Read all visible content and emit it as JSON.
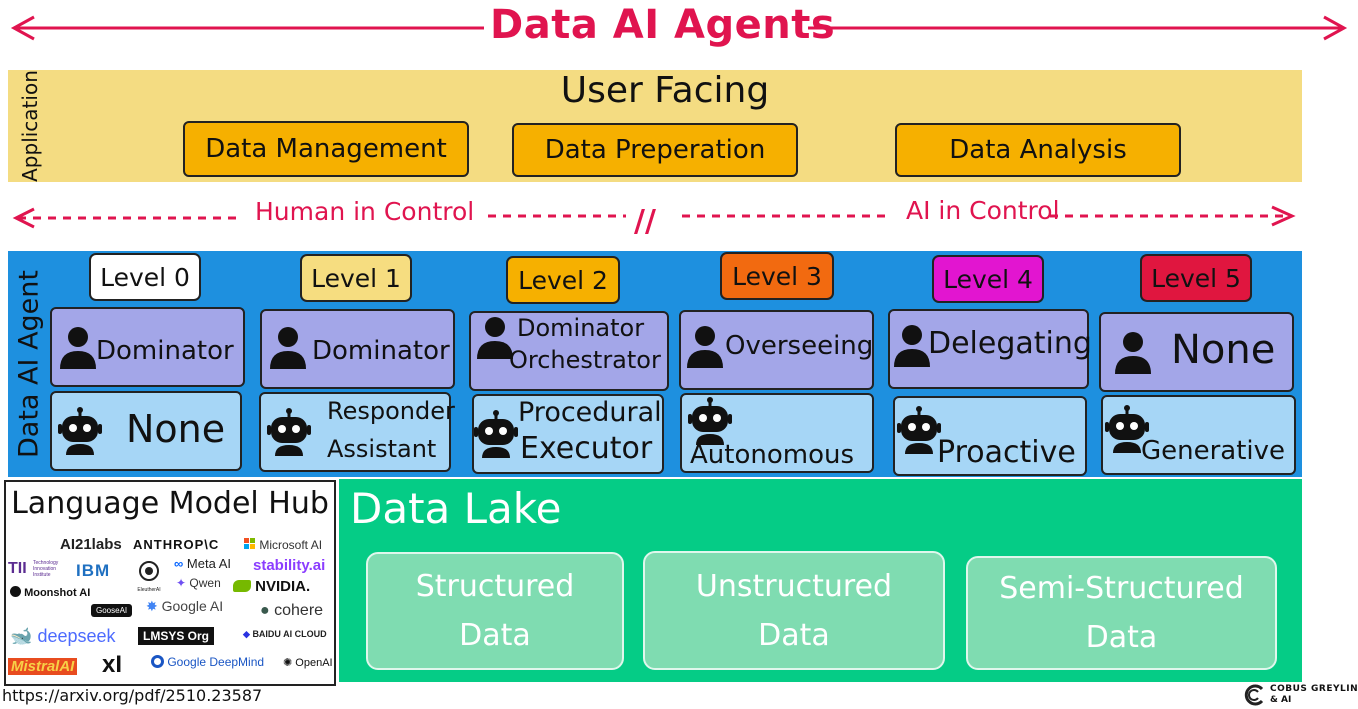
{
  "title": "Data AI Agents",
  "application": {
    "side_label": "Application",
    "heading": "User Facing",
    "buttons": [
      "Data Management",
      "Data Preperation",
      "Data Analysis"
    ]
  },
  "control": {
    "left_label": "Human in Control",
    "divider": "//",
    "right_label": "AI in Control"
  },
  "agent": {
    "side_label": "Data AI Agent",
    "levels": [
      {
        "label": "Level 0",
        "color": "#ffffff",
        "human": "Dominator",
        "agent": "None"
      },
      {
        "label": "Level 1",
        "color": "#f6dd80",
        "human": "Dominator",
        "agent_lines": [
          "Responder",
          "Assistant"
        ]
      },
      {
        "label": "Level 2",
        "color": "#f6b000",
        "human_lines": [
          "Dominator",
          "Orchestrator"
        ],
        "agent_lines": [
          "Procedural",
          "Executor"
        ]
      },
      {
        "label": "Level 3",
        "color": "#f26a10",
        "human": "Overseeing",
        "agent": "Autonomous"
      },
      {
        "label": "Level 4",
        "color": "#e215d0",
        "human": "Delegating",
        "agent": "Proactive"
      },
      {
        "label": "Level 5",
        "color": "#e0163f",
        "human": "None",
        "agent": "Generative"
      }
    ]
  },
  "hub": {
    "title": "Language Model Hub",
    "logos": [
      "AI21labs",
      "ANTHROP\\C",
      "Microsoft AI",
      "TII",
      "Technology Innovation Institute",
      "IBM",
      "EleutherAI",
      "Meta AI",
      "stability.ai",
      "Qwen",
      "NVIDIA.",
      "Moonshot AI",
      "GooseAI",
      "Google AI",
      "cohere",
      "deepseek",
      "LMSYS Org",
      "BAIDU AI CLOUD",
      "MistralAI",
      "xI",
      "Google DeepMind",
      "OpenAI"
    ]
  },
  "lake": {
    "title": "Data Lake",
    "stores": [
      {
        "line1": "Structured",
        "line2": "Data"
      },
      {
        "line1": "Unstructured",
        "line2": "Data"
      },
      {
        "line1": "Semi-Structured",
        "line2": "Data"
      }
    ]
  },
  "footer": {
    "url": "https://arxiv.org/pdf/2510.23587",
    "brand_line1": "COBUS GREYLING",
    "brand_line2": "& AI"
  },
  "colors": {
    "accent": "#e0144f",
    "application_band": "#f4dc82",
    "app_button": "#f6b000",
    "agent_band": "#1e90df",
    "human_box": "#a3a6e8",
    "agent_box": "#a6d6f6",
    "data_lake": "#05cc86",
    "lake_box": "#7fdcb1"
  }
}
